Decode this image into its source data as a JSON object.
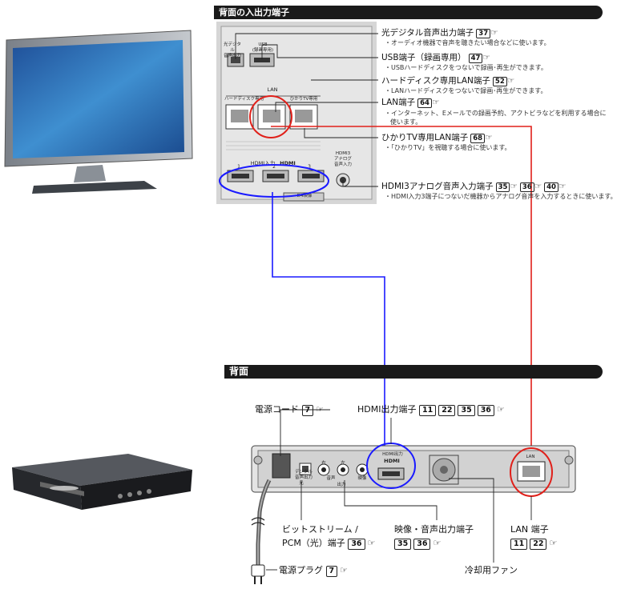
{
  "tv_panel": {
    "header": "背面の入出力端子",
    "port_labels": {
      "optical": "光デジタル\n音声出力",
      "usb": "USB\n(録画専用)",
      "lan_group": "LAN",
      "hdd_lan": "ハードディスク専用",
      "hikari": "ひかりTV専用",
      "hdmi_group": "HDMI入力",
      "hdmi_logo": "HDMI",
      "hdmi_numbers": [
        "1",
        "2",
        "3"
      ],
      "hdmi3_analog": "HDMI3\nアナログ\n音声入力",
      "d4": "D4映像"
    },
    "callouts": [
      {
        "title": "光デジタル音声出力端子",
        "refs": [
          "37"
        ],
        "desc": "・オーディオ機器で音声を聴きたい場合などに使います。"
      },
      {
        "title": "USB端子（録画専用）",
        "refs": [
          "47"
        ],
        "desc": "・USBハードディスクをつないで録画･再生ができます。"
      },
      {
        "title": "ハードディスク専用LAN端子",
        "refs": [
          "52"
        ],
        "desc": "・LANハードディスクをつないで録画･再生ができます。"
      },
      {
        "title": "LAN端子",
        "refs": [
          "64"
        ],
        "desc": "・インターネット、Eメールでの録画予約、アクトビラなどを利用する場合に",
        "desc2": "使います。"
      },
      {
        "title": "ひかりTV専用LAN端子",
        "refs": [
          "68"
        ],
        "desc": "・「ひかりTV」を視聴する場合に使います。"
      },
      {
        "title": "HDMI3アナログ音声入力端子",
        "refs": [
          "35",
          "36",
          "40"
        ],
        "desc": "・HDMI入力3端子につないだ機器からアナログ音声を入力するときに使います。"
      }
    ]
  },
  "player_panel": {
    "header": "背面",
    "port_labels": {
      "digital_out": "デジタル\n音声出力",
      "optical": "光",
      "audio_right": "右",
      "audio_left": "左",
      "audio": "音声",
      "video": "映像",
      "output": "出力",
      "hdmi_out": "HDMI出力",
      "hdmi_logo": "HDMI",
      "lan": "LAN"
    },
    "callouts": [
      {
        "title": "電源コード",
        "refs": [
          "7"
        ]
      },
      {
        "title": "HDMI出力端子",
        "refs": [
          "11",
          "22",
          "35",
          "36"
        ]
      },
      {
        "title": "ビットストリーム /",
        "title2": "PCM（光）端子",
        "refs": [
          "36"
        ]
      },
      {
        "title": "映像・音声出力端子",
        "refs": [
          "35",
          "36"
        ]
      },
      {
        "title": "LAN 端子",
        "refs": [
          "11",
          "22"
        ]
      },
      {
        "title": "冷却用ファン",
        "refs": []
      },
      {
        "title": "電源プラグ",
        "refs": [
          "7"
        ]
      }
    ]
  },
  "colors": {
    "hdmi_connection": "#1a1aff",
    "lan_connection": "#e0201a",
    "header_bg": "#1a1a1a"
  },
  "icons": [
    "tv-icon",
    "bluray-player-icon"
  ],
  "ref_mark": "☞"
}
